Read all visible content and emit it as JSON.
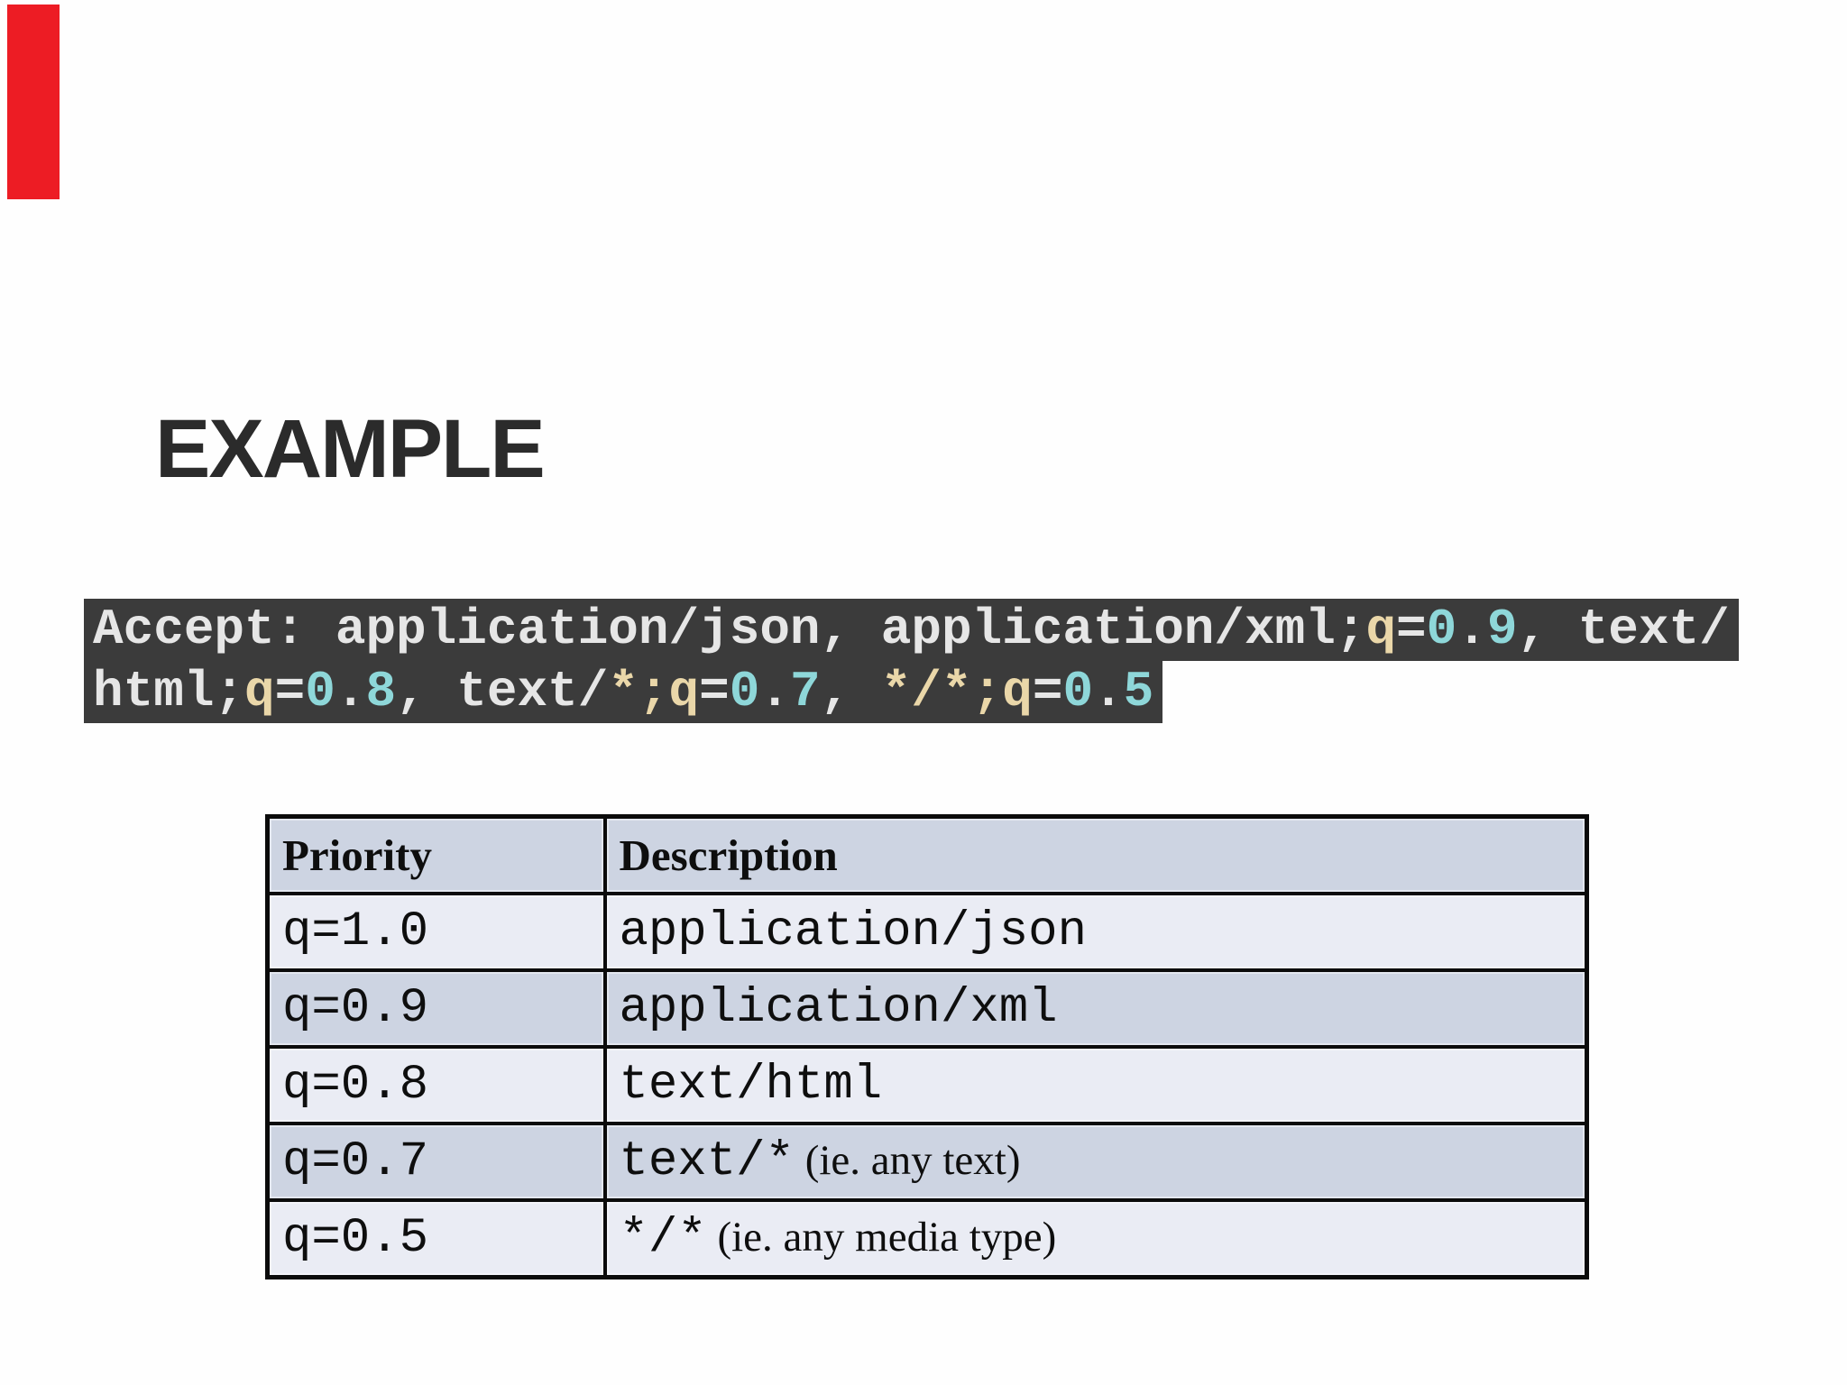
{
  "slide": {
    "title": "EXAMPLE",
    "accent_color": "#ed1c24",
    "background_color": "#fefefe"
  },
  "code": {
    "background": "#3b3b3b",
    "colors": {
      "plain": "#e6e6e6",
      "attr": "#ead7a9",
      "num": "#8ed7d9"
    },
    "full_text": "Accept: application/json, application/xml;q=0.9, text/html;q=0.8, text/*;q=0.7, */*;q=0.5",
    "lines": [
      [
        [
          "Accept: application/json, application/xml;",
          "plain"
        ],
        [
          "q",
          "attr"
        ],
        [
          "=",
          "plain"
        ],
        [
          "0",
          "num"
        ],
        [
          ".",
          "plain"
        ],
        [
          "9",
          "num"
        ],
        [
          ", text/",
          "plain"
        ]
      ],
      [
        [
          "html;",
          "plain"
        ],
        [
          "q",
          "attr"
        ],
        [
          "=",
          "plain"
        ],
        [
          "0",
          "num"
        ],
        [
          ".",
          "plain"
        ],
        [
          "8",
          "num"
        ],
        [
          ", text/",
          "plain"
        ],
        [
          "*;",
          "attr"
        ],
        [
          "q",
          "attr"
        ],
        [
          "=",
          "plain"
        ],
        [
          "0",
          "num"
        ],
        [
          ".",
          "plain"
        ],
        [
          "7",
          "num"
        ],
        [
          ", ",
          "plain"
        ],
        [
          "*/*;",
          "attr"
        ],
        [
          "q",
          "attr"
        ],
        [
          "=",
          "plain"
        ],
        [
          "0",
          "num"
        ],
        [
          ".",
          "plain"
        ],
        [
          "5",
          "num"
        ]
      ]
    ]
  },
  "table": {
    "headers": [
      "Priority",
      "Description"
    ],
    "row_light_color": "#eaecf4",
    "row_alt_color": "#cdd4e2",
    "header_color": "#cdd4e2",
    "rows": [
      {
        "priority": "q=1.0",
        "type": "application/json",
        "note": ""
      },
      {
        "priority": "q=0.9",
        "type": "application/xml",
        "note": ""
      },
      {
        "priority": "q=0.8",
        "type": "text/html",
        "note": ""
      },
      {
        "priority": "q=0.7",
        "type": "text/*",
        "note": " (ie. any text)"
      },
      {
        "priority": "q=0.5",
        "type": "*/*",
        "note": " (ie. any media type)"
      }
    ]
  }
}
